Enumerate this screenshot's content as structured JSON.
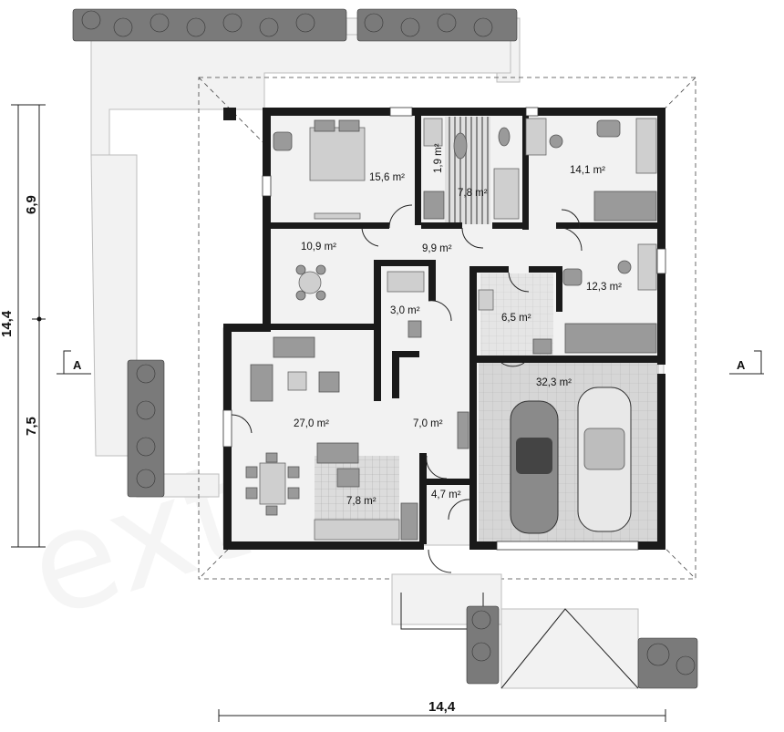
{
  "dimensions": {
    "total_vertical": "14,4",
    "upper_vertical": "6,9",
    "lower_vertical": "7,5",
    "total_horizontal": "14,4"
  },
  "section_marks": {
    "left": "A",
    "right": "A"
  },
  "rooms": {
    "bedroom": "15,6 m²",
    "wc": "1,9 m²",
    "bathroom": "7,8 m²",
    "room_top_right": "14,1 m²",
    "dining_nook": "10,9 m²",
    "hall": "9,9 m²",
    "shower_room": "3,0 m²",
    "utility": "6,5 m²",
    "room_mid_right": "12,3 m²",
    "living": "27,0 m²",
    "corridor": "7,0 m²",
    "garage": "32,3 m²",
    "kitchen": "7,8 m²",
    "vestibule": "4,7 m²"
  },
  "icons": {
    "plants": "planter-icon",
    "cars": "car-icon",
    "north_arrows": "arrow-icon"
  },
  "colors": {
    "wall": "#1a1a1a",
    "floor": "#f2f2f2",
    "background": "#ffffff"
  }
}
